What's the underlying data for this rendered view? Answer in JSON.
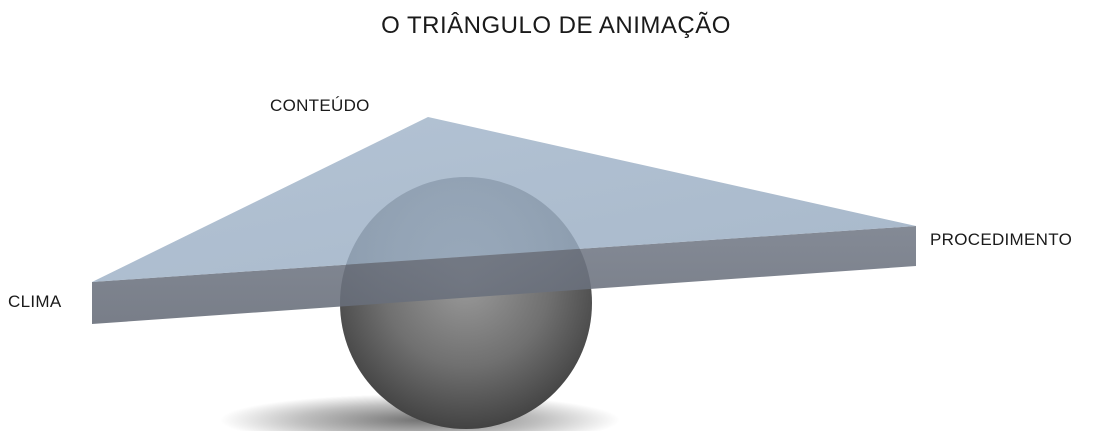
{
  "title": "O TRIÂNGULO DE ANIMAÇÃO",
  "vertices": {
    "top": "CONTEÚDO",
    "right": "PROCEDIMENTO",
    "left": "CLIMA"
  },
  "colors": {
    "triangle_top": "#9cb0c6",
    "triangle_edge": "#6f7683",
    "sphere": "#7a7a7a",
    "text": "#1a1a1a"
  }
}
